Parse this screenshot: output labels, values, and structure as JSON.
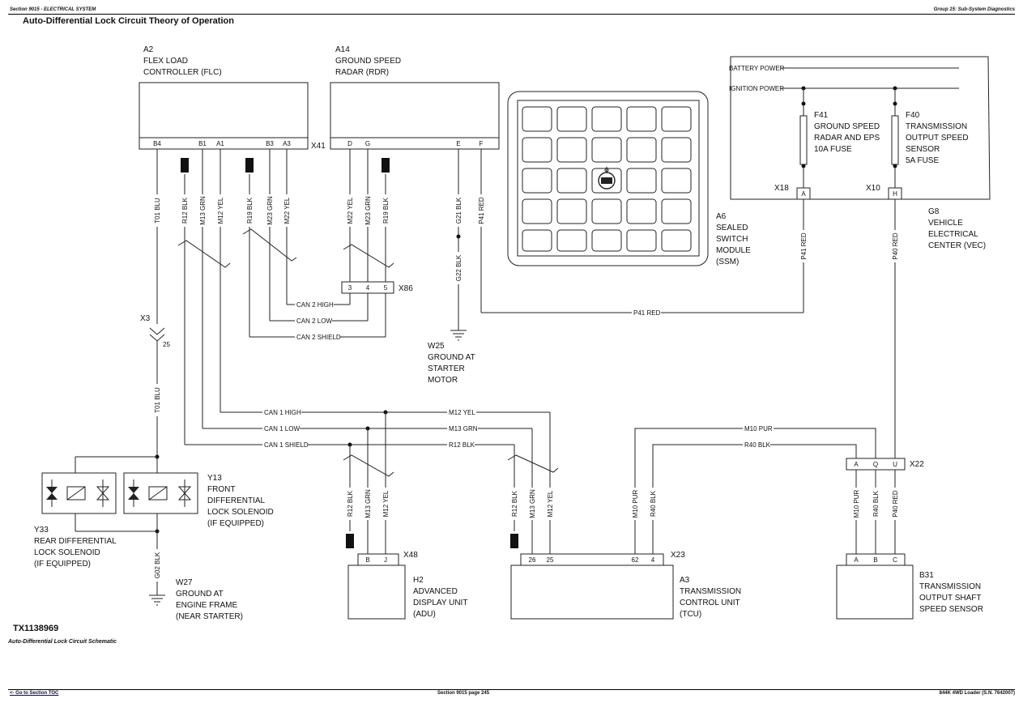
{
  "header": {
    "left": "Section 9015 - ELECTRICAL SYSTEM",
    "right": "Group 15: Sub-System Diagnostics",
    "title": "Auto-Differential Lock Circuit Theory of Operation"
  },
  "components": {
    "a2": [
      "A2",
      "FLEX LOAD",
      "CONTROLLER (FLC)"
    ],
    "a14": [
      "A14",
      "GROUND SPEED",
      "RADAR (RDR)"
    ],
    "a6": [
      "A6",
      "SEALED",
      "SWITCH",
      "MODULE",
      "(SSM)"
    ],
    "g8": [
      "G8",
      "VEHICLE",
      "ELECTRICAL",
      "CENTER (VEC)"
    ],
    "f41": [
      "F41",
      "GROUND SPEED",
      "RADAR AND EPS",
      "10A FUSE"
    ],
    "f40": [
      "F40",
      "TRANSMISSION",
      "OUTPUT SPEED",
      "SENSOR",
      "5A FUSE"
    ],
    "y13": [
      "Y13",
      "FRONT",
      "DIFFERENTIAL",
      "LOCK SOLENOID",
      "(IF EQUIPPED)"
    ],
    "y33": [
      "Y33",
      "REAR DIFFERENTIAL",
      "LOCK SOLENOID",
      "(IF EQUIPPED)"
    ],
    "w25": [
      "W25",
      "GROUND AT",
      "STARTER",
      "MOTOR"
    ],
    "w27": [
      "W27",
      "GROUND AT",
      "ENGINE FRAME",
      "(NEAR STARTER)"
    ],
    "h2": [
      "H2",
      "ADVANCED",
      "DISPLAY UNIT",
      "(ADU)"
    ],
    "a3": [
      "A3",
      "TRANSMISSION",
      "CONTROL UNIT",
      "(TCU)"
    ],
    "b31": [
      "B31",
      "TRANSMISSION",
      "OUTPUT SHAFT",
      "SPEED SENSOR"
    ]
  },
  "connectors": {
    "x41": "X41",
    "x86": "X86",
    "x3": "X3",
    "x3_pin": "25",
    "x18": "X18",
    "x10": "X10",
    "x22": "X22",
    "x48": "X48",
    "x23": "X23"
  },
  "pins": {
    "x41": [
      "B4",
      "B1",
      "A1",
      "B3",
      "A3",
      "D",
      "G",
      "E",
      "F"
    ],
    "x86": [
      "3",
      "4",
      "5"
    ],
    "x18": "A",
    "x10": "H",
    "x22": [
      "A",
      "Q",
      "U"
    ],
    "x48": [
      "B",
      "J"
    ],
    "x23": [
      "26",
      "25",
      "62",
      "4"
    ],
    "b31": [
      "A",
      "B",
      "C"
    ]
  },
  "power": {
    "battery": "BATTERY POWER",
    "ignition": "IGNITION POWER"
  },
  "wires": {
    "t01": "T01 BLU",
    "r12": "R12 BLK",
    "m13": "M13 GRN",
    "m12": "M12 YEL",
    "r19": "R19 BLK",
    "m23": "M23 GRN",
    "m22": "M22 YEL",
    "g21": "G21 BLK",
    "g22": "G22 BLK",
    "p41": "P41 RED",
    "p40": "P40 RED",
    "g02": "G02 BLK",
    "m10": "M10 PUR",
    "r40": "R40 BLK"
  },
  "bus": {
    "can2_high": "CAN 2 HIGH",
    "can2_low": "CAN 2 LOW",
    "can2_shield": "CAN 2 SHIELD",
    "can1_high": "CAN 1 HIGH",
    "can1_low": "CAN 1 LOW",
    "can1_shield": "CAN 1 SHIELD"
  },
  "figure": {
    "id": "TX1138969",
    "caption": "Auto-Differential Lock Circuit Schematic"
  },
  "footer": {
    "left": "<- Go to Section TOC",
    "center": "Section 9015 page 245",
    "right": "844K 4WD Loader (S.N. 7642007)"
  }
}
